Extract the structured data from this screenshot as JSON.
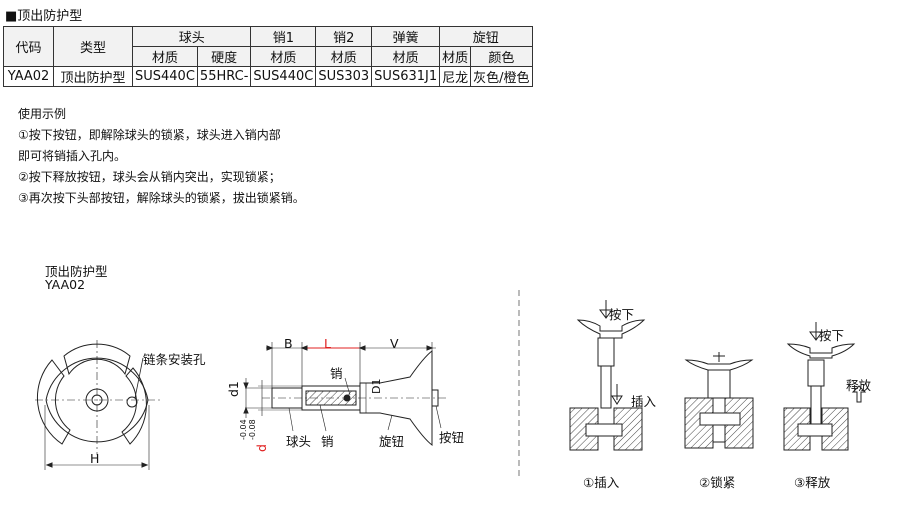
{
  "title": "■顶出防护型",
  "table": {
    "header_row1": [
      "代码",
      "类型",
      "球头",
      "销1",
      "销2",
      "弹簧",
      "旋钮"
    ],
    "header_row2": [
      "材质",
      "硬度",
      "材质",
      "材质",
      "材质",
      "材质",
      "颜色"
    ],
    "data_row": [
      "YAA02",
      "顶出防护型",
      "SUS440C",
      "55HRC-",
      "SUS440C",
      "SUS303",
      "SUS631J1",
      "尼龙",
      "灰色/橙色"
    ]
  },
  "usage": {
    "heading": "使用示例",
    "lines": [
      "①按下按钮，即解除球头的锁紧，球头进入销内部",
      "即可将销插入孔内。",
      "②按下释放按钮，球头会从销内突出，实现锁紧；",
      "③再次按下头部按钮，解除球头的锁紧，拔出锁紧销。"
    ]
  },
  "drawing": {
    "type_name": "顶出防护型",
    "code": "YAA02",
    "chain_hole": "链条安装孔",
    "dim_h": "H",
    "dim_b": "B",
    "dim_l": "L",
    "dim_v": "V",
    "dim_d1": "d1",
    "dim_d": "d",
    "tol_d": "-0.04\n-0.08",
    "dim_d1_inner": "D1",
    "pin": "销",
    "ball": "球头",
    "pin2": "销",
    "knob": "旋钮",
    "button": "按钮"
  },
  "steps": {
    "press1": "按下",
    "insert": "插入",
    "press3": "按下",
    "release_label": "释放",
    "step1": "①插入",
    "step2": "②锁紧",
    "step3": "③释放"
  },
  "colors": {
    "accent_red": "#e02020",
    "line": "#222222",
    "hatch": "#444444"
  }
}
